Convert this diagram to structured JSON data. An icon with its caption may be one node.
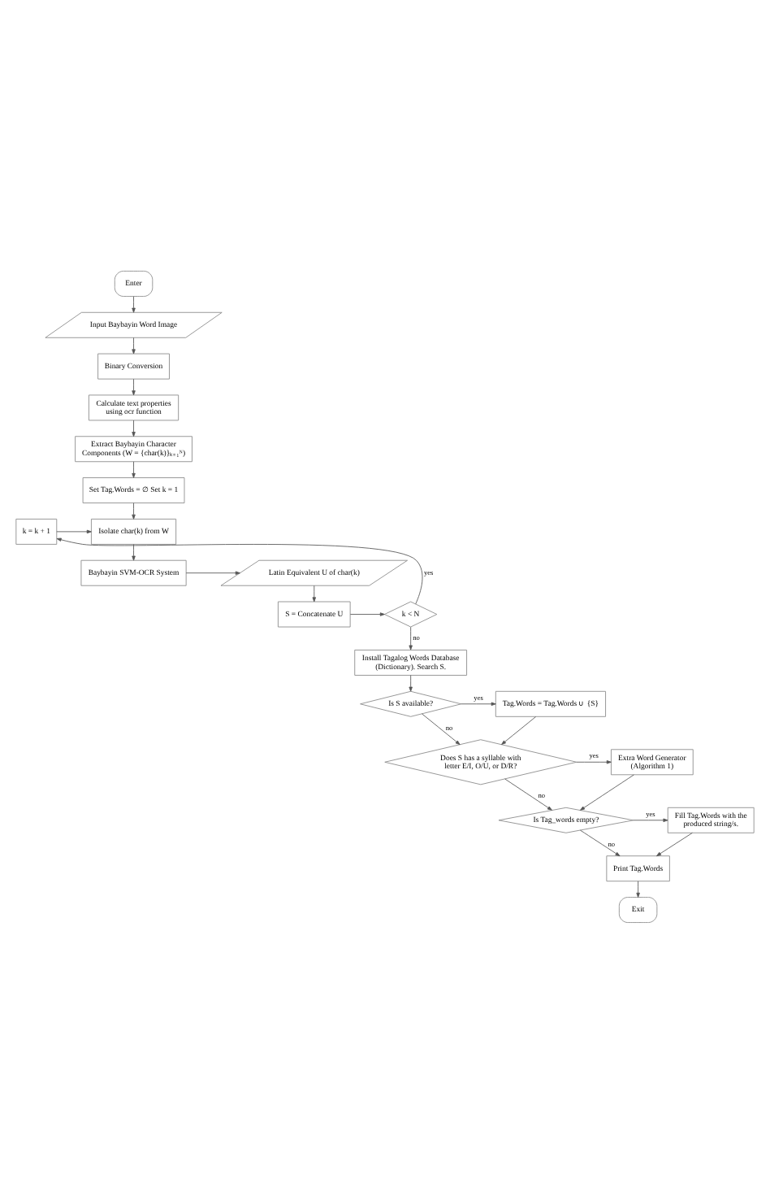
{
  "diagram": {
    "nodes": [
      {
        "text": [
          "Enter"
        ]
      },
      {
        "text": [
          "Input Baybayin Word Image"
        ]
      },
      {
        "text": [
          "Binary Conversion"
        ]
      },
      {
        "text": [
          "Calculate text properties using ocr function"
        ]
      },
      {
        "text": [
          "Extract Baybayin Character Components (W = {char(k)}ₖ₌₁ᴺ)"
        ]
      },
      {
        "text": [
          "Set Tag.Words = ∅ Set k = 1"
        ]
      },
      {
        "text": [
          "k = k + 1"
        ]
      },
      {
        "text": [
          "Isolate char(k) from W"
        ]
      },
      {
        "text": [
          "Baybayin SVM-OCR System"
        ]
      },
      {
        "text": [
          "Latin Equivalent U of char(k)"
        ]
      },
      {
        "text": [
          "S = Concatenate U"
        ]
      },
      {
        "text": [
          "k < N"
        ]
      },
      {
        "text": [
          "Install Tagalog Words Database (Dictionary). Search S."
        ]
      },
      {
        "text": [
          "Is S available?"
        ]
      },
      {
        "text": [
          "Tag.Words = Tag.Words ∪ {S}"
        ]
      },
      {
        "text": [
          "Does S has a syllable with letter E/I, O/U, or D/R?"
        ]
      },
      {
        "text": [
          "Extra Word Generator (Algorithm 1)"
        ]
      },
      {
        "text": [
          "Is Tag_words empty?"
        ]
      },
      {
        "text": [
          "Fill Tag.Words with the produced string/s."
        ]
      },
      {
        "text": [
          "Print Tag.Words"
        ]
      },
      {
        "text": [
          "Exit"
        ]
      }
    ],
    "edges": [
      {
        "from": 0,
        "to": 1,
        "arrow": "to"
      },
      {
        "from": 1,
        "to": 2,
        "arrow": "to"
      },
      {
        "from": 2,
        "to": 3,
        "arrow": "to"
      },
      {
        "from": 3,
        "to": 4,
        "arrow": "to"
      },
      {
        "from": 4,
        "to": 5,
        "arrow": "to"
      },
      {
        "from": 5,
        "to": 7,
        "arrow": "to"
      },
      {
        "from": 6,
        "to": 7,
        "arrow": "to"
      },
      {
        "from": 7,
        "to": 8,
        "arrow": "to"
      },
      {
        "from": 8,
        "to": 9,
        "arrow": "to"
      },
      {
        "from": 9,
        "to": 10,
        "arrow": "to"
      },
      {
        "from": 10,
        "to": 11,
        "arrow": "to"
      },
      {
        "from": 11,
        "to": 6,
        "arrow": "to",
        "label": "yes"
      },
      {
        "from": 11,
        "to": 12,
        "arrow": "to",
        "label": "no"
      },
      {
        "from": 12,
        "to": 13,
        "arrow": "to"
      },
      {
        "from": 13,
        "to": 14,
        "arrow": "to",
        "label": "yes"
      },
      {
        "from": 13,
        "to": 15,
        "arrow": "to",
        "label": "no"
      },
      {
        "from": 14,
        "to": 15,
        "arrow": "to"
      },
      {
        "from": 15,
        "to": 16,
        "arrow": "to",
        "label": "yes"
      },
      {
        "from": 15,
        "to": 17,
        "arrow": "to",
        "label": "no"
      },
      {
        "from": 16,
        "to": 17,
        "arrow": "to"
      },
      {
        "from": 17,
        "to": 18,
        "arrow": "to",
        "label": "yes"
      },
      {
        "from": 17,
        "to": 19,
        "arrow": "to",
        "label": "no"
      },
      {
        "from": 18,
        "to": 19,
        "arrow": "to"
      },
      {
        "from": 19,
        "to": 20,
        "arrow": "to"
      }
    ]
  }
}
